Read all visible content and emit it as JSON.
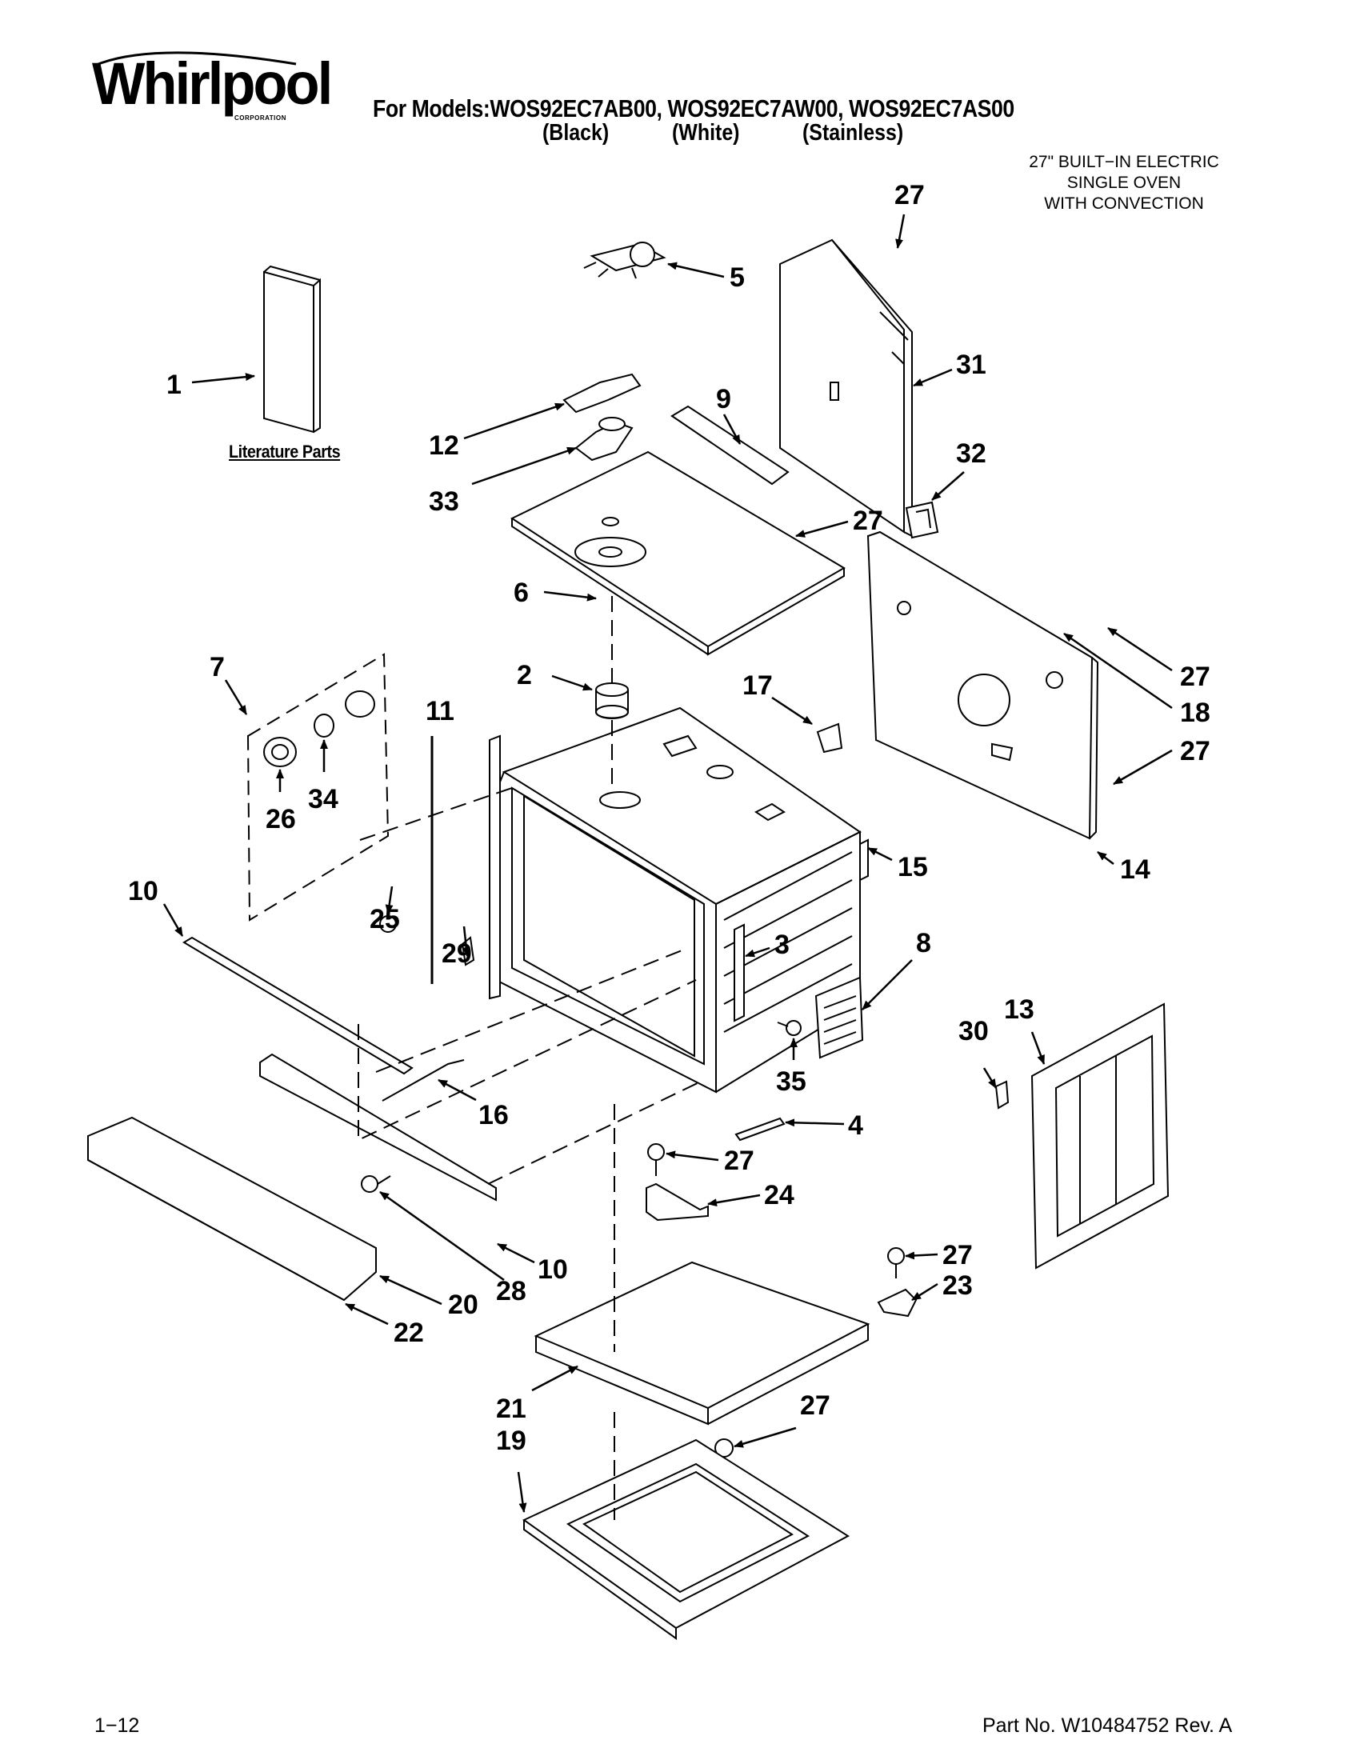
{
  "header": {
    "brand": "Whirlpool",
    "brand_sub": "CORPORATION",
    "models_line": "For Models:WOS92EC7AB00, WOS92EC7AW00, WOS92EC7AS00",
    "finishes": [
      "(Black)",
      "(White)",
      "(Stainless)"
    ],
    "description": [
      "27\" BUILT−IN ELECTRIC",
      "SINGLE OVEN",
      "WITH CONVECTION"
    ]
  },
  "literature_label": "Literature Parts",
  "callouts": [
    {
      "id": "c27a",
      "label": "27"
    },
    {
      "id": "c5",
      "label": "5"
    },
    {
      "id": "c1",
      "label": "1"
    },
    {
      "id": "c31",
      "label": "31"
    },
    {
      "id": "c12",
      "label": "12"
    },
    {
      "id": "c9",
      "label": "9"
    },
    {
      "id": "c32",
      "label": "32"
    },
    {
      "id": "c33",
      "label": "33"
    },
    {
      "id": "c27b",
      "label": "27"
    },
    {
      "id": "c6",
      "label": "6"
    },
    {
      "id": "c7",
      "label": "7"
    },
    {
      "id": "c2",
      "label": "2"
    },
    {
      "id": "c17",
      "label": "17"
    },
    {
      "id": "c27c",
      "label": "27"
    },
    {
      "id": "c18",
      "label": "18"
    },
    {
      "id": "c27d",
      "label": "27"
    },
    {
      "id": "c11",
      "label": "11"
    },
    {
      "id": "c26",
      "label": "26"
    },
    {
      "id": "c34",
      "label": "34"
    },
    {
      "id": "c10a",
      "label": "10"
    },
    {
      "id": "c25",
      "label": "25"
    },
    {
      "id": "c15",
      "label": "15"
    },
    {
      "id": "c14",
      "label": "14"
    },
    {
      "id": "c3",
      "label": "3"
    },
    {
      "id": "c8",
      "label": "8"
    },
    {
      "id": "c29",
      "label": "29"
    },
    {
      "id": "c30",
      "label": "30"
    },
    {
      "id": "c13",
      "label": "13"
    },
    {
      "id": "c35",
      "label": "35"
    },
    {
      "id": "c16",
      "label": "16"
    },
    {
      "id": "c4",
      "label": "4"
    },
    {
      "id": "c27e",
      "label": "27"
    },
    {
      "id": "c24",
      "label": "24"
    },
    {
      "id": "c10b",
      "label": "10"
    },
    {
      "id": "c28",
      "label": "28"
    },
    {
      "id": "c20",
      "label": "20"
    },
    {
      "id": "c27f",
      "label": "27"
    },
    {
      "id": "c23",
      "label": "23"
    },
    {
      "id": "c22",
      "label": "22"
    },
    {
      "id": "c21",
      "label": "21"
    },
    {
      "id": "c27g",
      "label": "27"
    },
    {
      "id": "c19",
      "label": "19"
    }
  ],
  "footer": {
    "page": "1−12",
    "part_no": "Part No. W10484752 Rev. A"
  }
}
